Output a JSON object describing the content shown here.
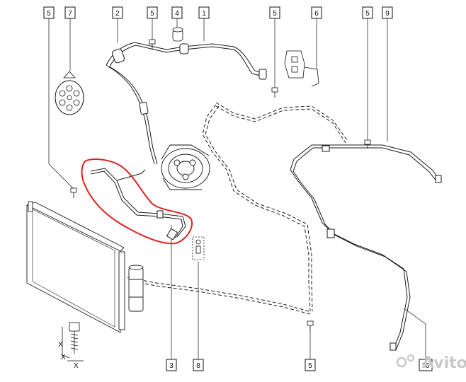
{
  "diagram": {
    "callouts_top": [
      {
        "id": "c5a",
        "label": "5"
      },
      {
        "id": "c7",
        "label": "7"
      },
      {
        "id": "c2",
        "label": "2"
      },
      {
        "id": "c5b",
        "label": "5"
      },
      {
        "id": "c4",
        "label": "4"
      },
      {
        "id": "c1",
        "label": "1"
      },
      {
        "id": "c5c",
        "label": "5"
      },
      {
        "id": "c6",
        "label": "6"
      },
      {
        "id": "c5d",
        "label": "5"
      },
      {
        "id": "c9",
        "label": "9"
      }
    ],
    "callouts_bottom": [
      {
        "id": "c3",
        "label": "3"
      },
      {
        "id": "c8",
        "label": "8"
      },
      {
        "id": "c5e",
        "label": "5"
      },
      {
        "id": "c10",
        "label": "10"
      }
    ],
    "dimension_labels": [
      "X",
      "X",
      "X"
    ],
    "highlight_color": "#e02020",
    "line_color": "#1a1a1a",
    "watermark": "Avito"
  }
}
